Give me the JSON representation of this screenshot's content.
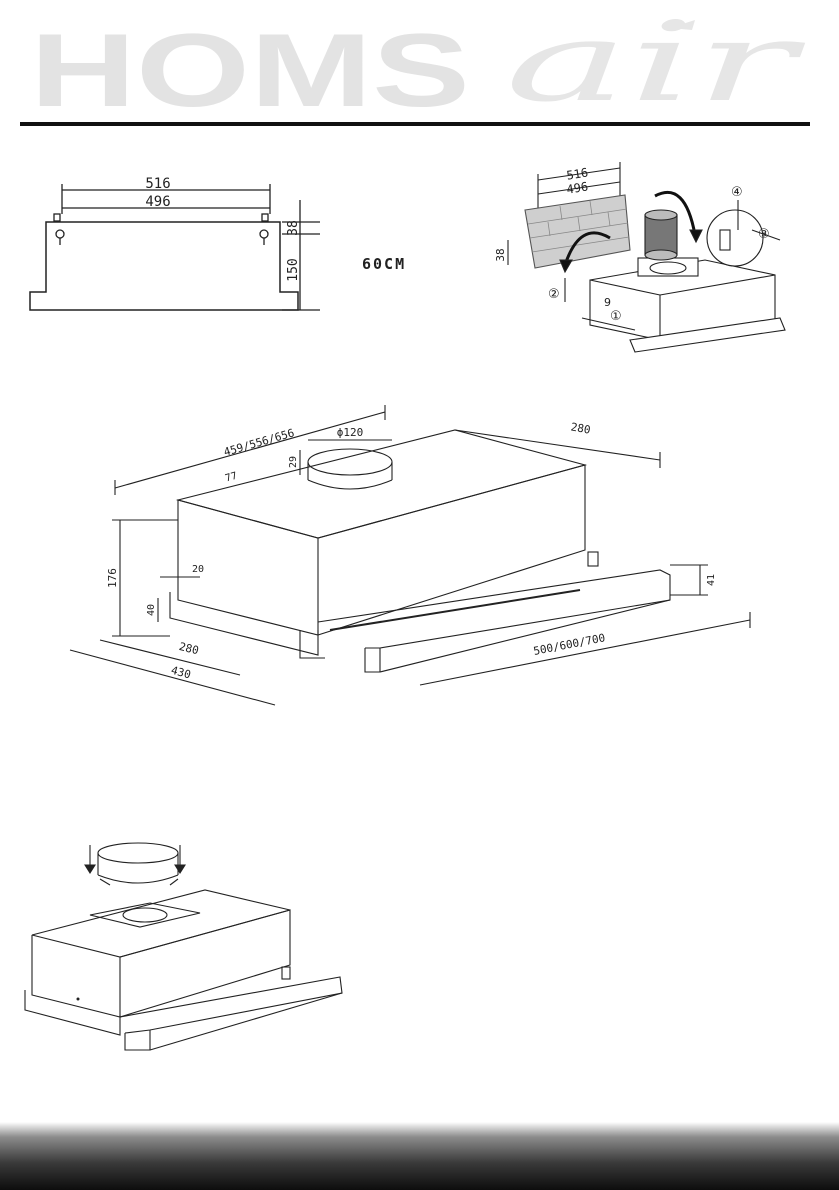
{
  "brand": {
    "name": "HOMS",
    "script": "air"
  },
  "colors": {
    "logo_gray": "#e3e3e3",
    "line": "#222222",
    "rule": "#111111"
  },
  "size_label": "60CM",
  "front_view": {
    "outer_width": "516",
    "inner_width": "496",
    "hole_offset": "38",
    "height": "150"
  },
  "wall_install": {
    "outer_width": "516",
    "inner_width": "496",
    "hole_offset": "38",
    "steps": [
      "①",
      "②",
      "③",
      "④"
    ],
    "ref": "9"
  },
  "dimension_view": {
    "top_width": "459/556/656",
    "duct_diameter": "ϕ120",
    "depth_top": "280",
    "offset_77": "77",
    "offset_29": "29",
    "height": "176",
    "front_lip": "20",
    "front_height": "40",
    "visor_height": "41",
    "depth_bottom": "280",
    "total_depth": "430",
    "front_width": "500/600/700"
  }
}
